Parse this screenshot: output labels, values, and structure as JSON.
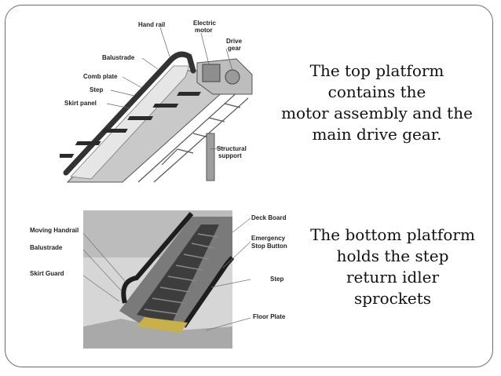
{
  "top_figure": {
    "labels": {
      "hand_rail": "Hand rail",
      "electric_motor_1": "Electric",
      "electric_motor_2": "motor",
      "drive_gear_1": "Drive",
      "drive_gear_2": "gear",
      "balustrade": "Balustrade",
      "comb_plate": "Comb plate",
      "step": "Step",
      "skirt_panel": "Skirt panel",
      "structural_support_1": "Structural",
      "structural_support_2": "support"
    }
  },
  "top_caption": {
    "lines": [
      "The top platform",
      "contains the",
      "motor assembly and the",
      "main drive gear."
    ]
  },
  "bottom_figure": {
    "labels": {
      "moving_handrail": "Moving Handrail",
      "balustrade": "Balustrade",
      "skirt_guard": "Skirt Guard",
      "deck_board": "Deck Board",
      "emergency_1": "Emergency",
      "emergency_2": "Stop Button",
      "step": "Step",
      "floor_plate": "Floor Plate"
    }
  },
  "bottom_caption": {
    "lines": [
      "The bottom platform",
      "holds the step",
      "return idler",
      "sprockets"
    ]
  },
  "colors": {
    "frame": "#6b6b6b",
    "text": "#111111"
  }
}
